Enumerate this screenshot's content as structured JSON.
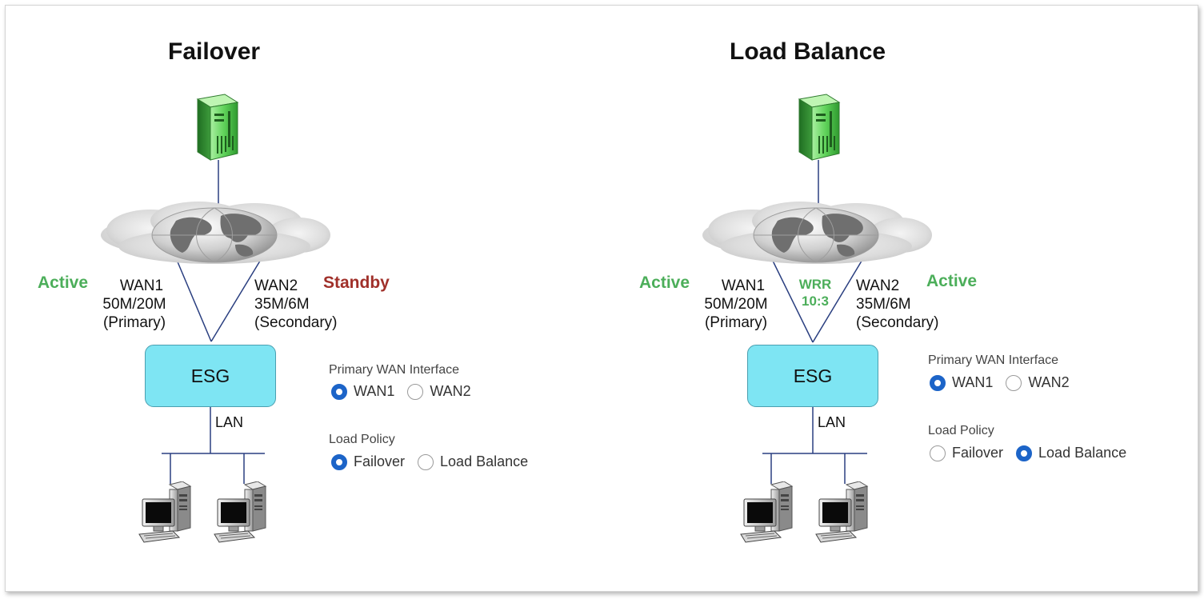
{
  "colors": {
    "active": "#4cae5a",
    "standby": "#a0302a",
    "radio_selected": "#1c64c8",
    "esg_fill": "#7ee5f3"
  },
  "icons": {
    "server": "server-icon",
    "internet": "internet-cloud-globe-icon",
    "workstation": "desktop-computer-icon"
  },
  "failover": {
    "title": "Failover",
    "wan1": {
      "state": "Active",
      "name": "WAN1",
      "speed": "50M/20M",
      "role": "(Primary)"
    },
    "wan2": {
      "state": "Standby",
      "name": "WAN2",
      "speed": "35M/6M",
      "role": "(Secondary)"
    },
    "esg": "ESG",
    "lan": "LAN",
    "primary_wan": {
      "label": "Primary WAN Interface",
      "options": [
        "WAN1",
        "WAN2"
      ],
      "selected": "WAN1"
    },
    "load_policy": {
      "label": "Load Policy",
      "options": [
        "Failover",
        "Load Balance"
      ],
      "selected": "Failover"
    }
  },
  "load_balance": {
    "title": "Load Balance",
    "wan1": {
      "state": "Active",
      "name": "WAN1",
      "speed": "50M/20M",
      "role": "(Primary)"
    },
    "wan2": {
      "state": "Active",
      "name": "WAN2",
      "speed": "35M/6M",
      "role": "(Secondary)"
    },
    "wrr": {
      "label": "WRR",
      "ratio": "10:3"
    },
    "esg": "ESG",
    "lan": "LAN",
    "primary_wan": {
      "label": "Primary WAN Interface",
      "options": [
        "WAN1",
        "WAN2"
      ],
      "selected": "WAN1"
    },
    "load_policy": {
      "label": "Load Policy",
      "options": [
        "Failover",
        "Load Balance"
      ],
      "selected": "Load Balance"
    }
  }
}
